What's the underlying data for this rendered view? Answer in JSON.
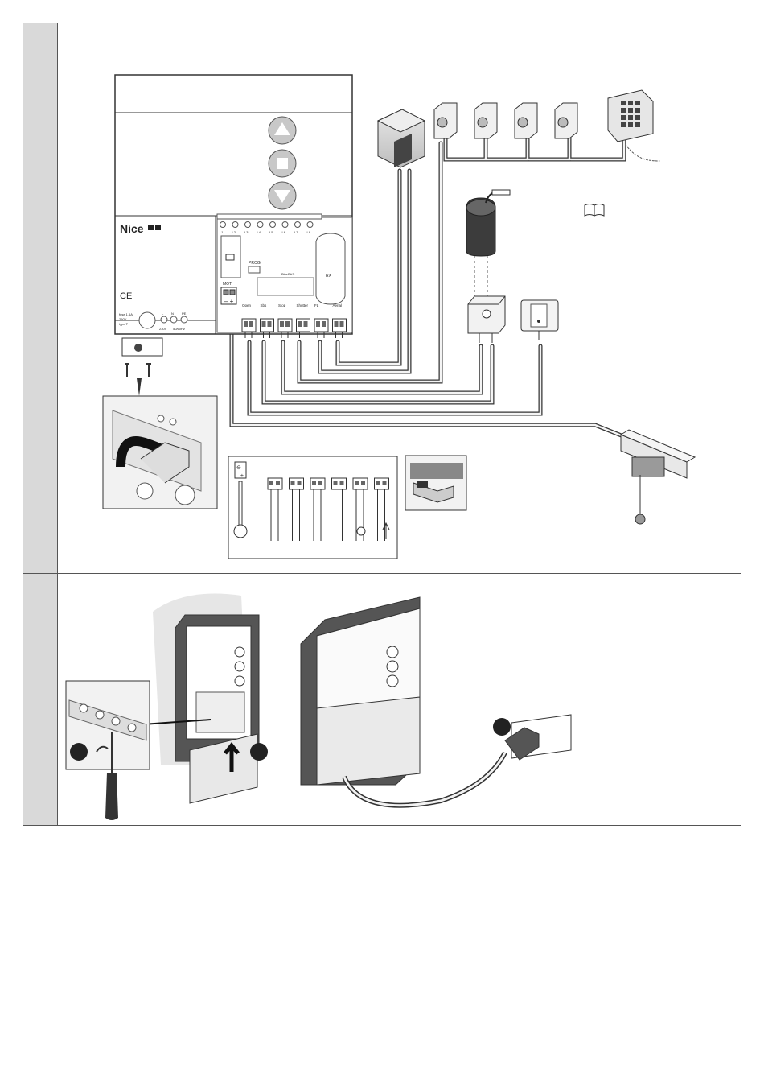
{
  "brand": {
    "name": "Nice"
  },
  "board": {
    "led_labels": [
      "L1",
      "L2",
      "L3",
      "L4",
      "L5",
      "L6",
      "L7",
      "L8"
    ],
    "prog_label": "PROG",
    "bus_label": "BlueBUS",
    "rx_label": "RX",
    "mot_label": "MOT",
    "fuse_text": [
      "fuse 1.6A",
      "250V",
      "type T"
    ],
    "power_labels": [
      "L",
      "N",
      "PE"
    ],
    "power_rating": [
      "230V",
      "50/60Hz"
    ],
    "terminal_labels": [
      "Open",
      "Sbs",
      "Stop",
      "Shutter",
      "FL",
      "Aerial"
    ],
    "ce_mark": "CE"
  },
  "icons": [
    "up-arrow-icon",
    "stop-square-icon",
    "down-arrow-icon",
    "book-icon",
    "lamp-icon",
    "aerial-icon"
  ],
  "colors": {
    "line": "#333333",
    "wire_fill": "#f4f4f4",
    "device_dark": "#444444",
    "strip": "#d9d9d9"
  }
}
